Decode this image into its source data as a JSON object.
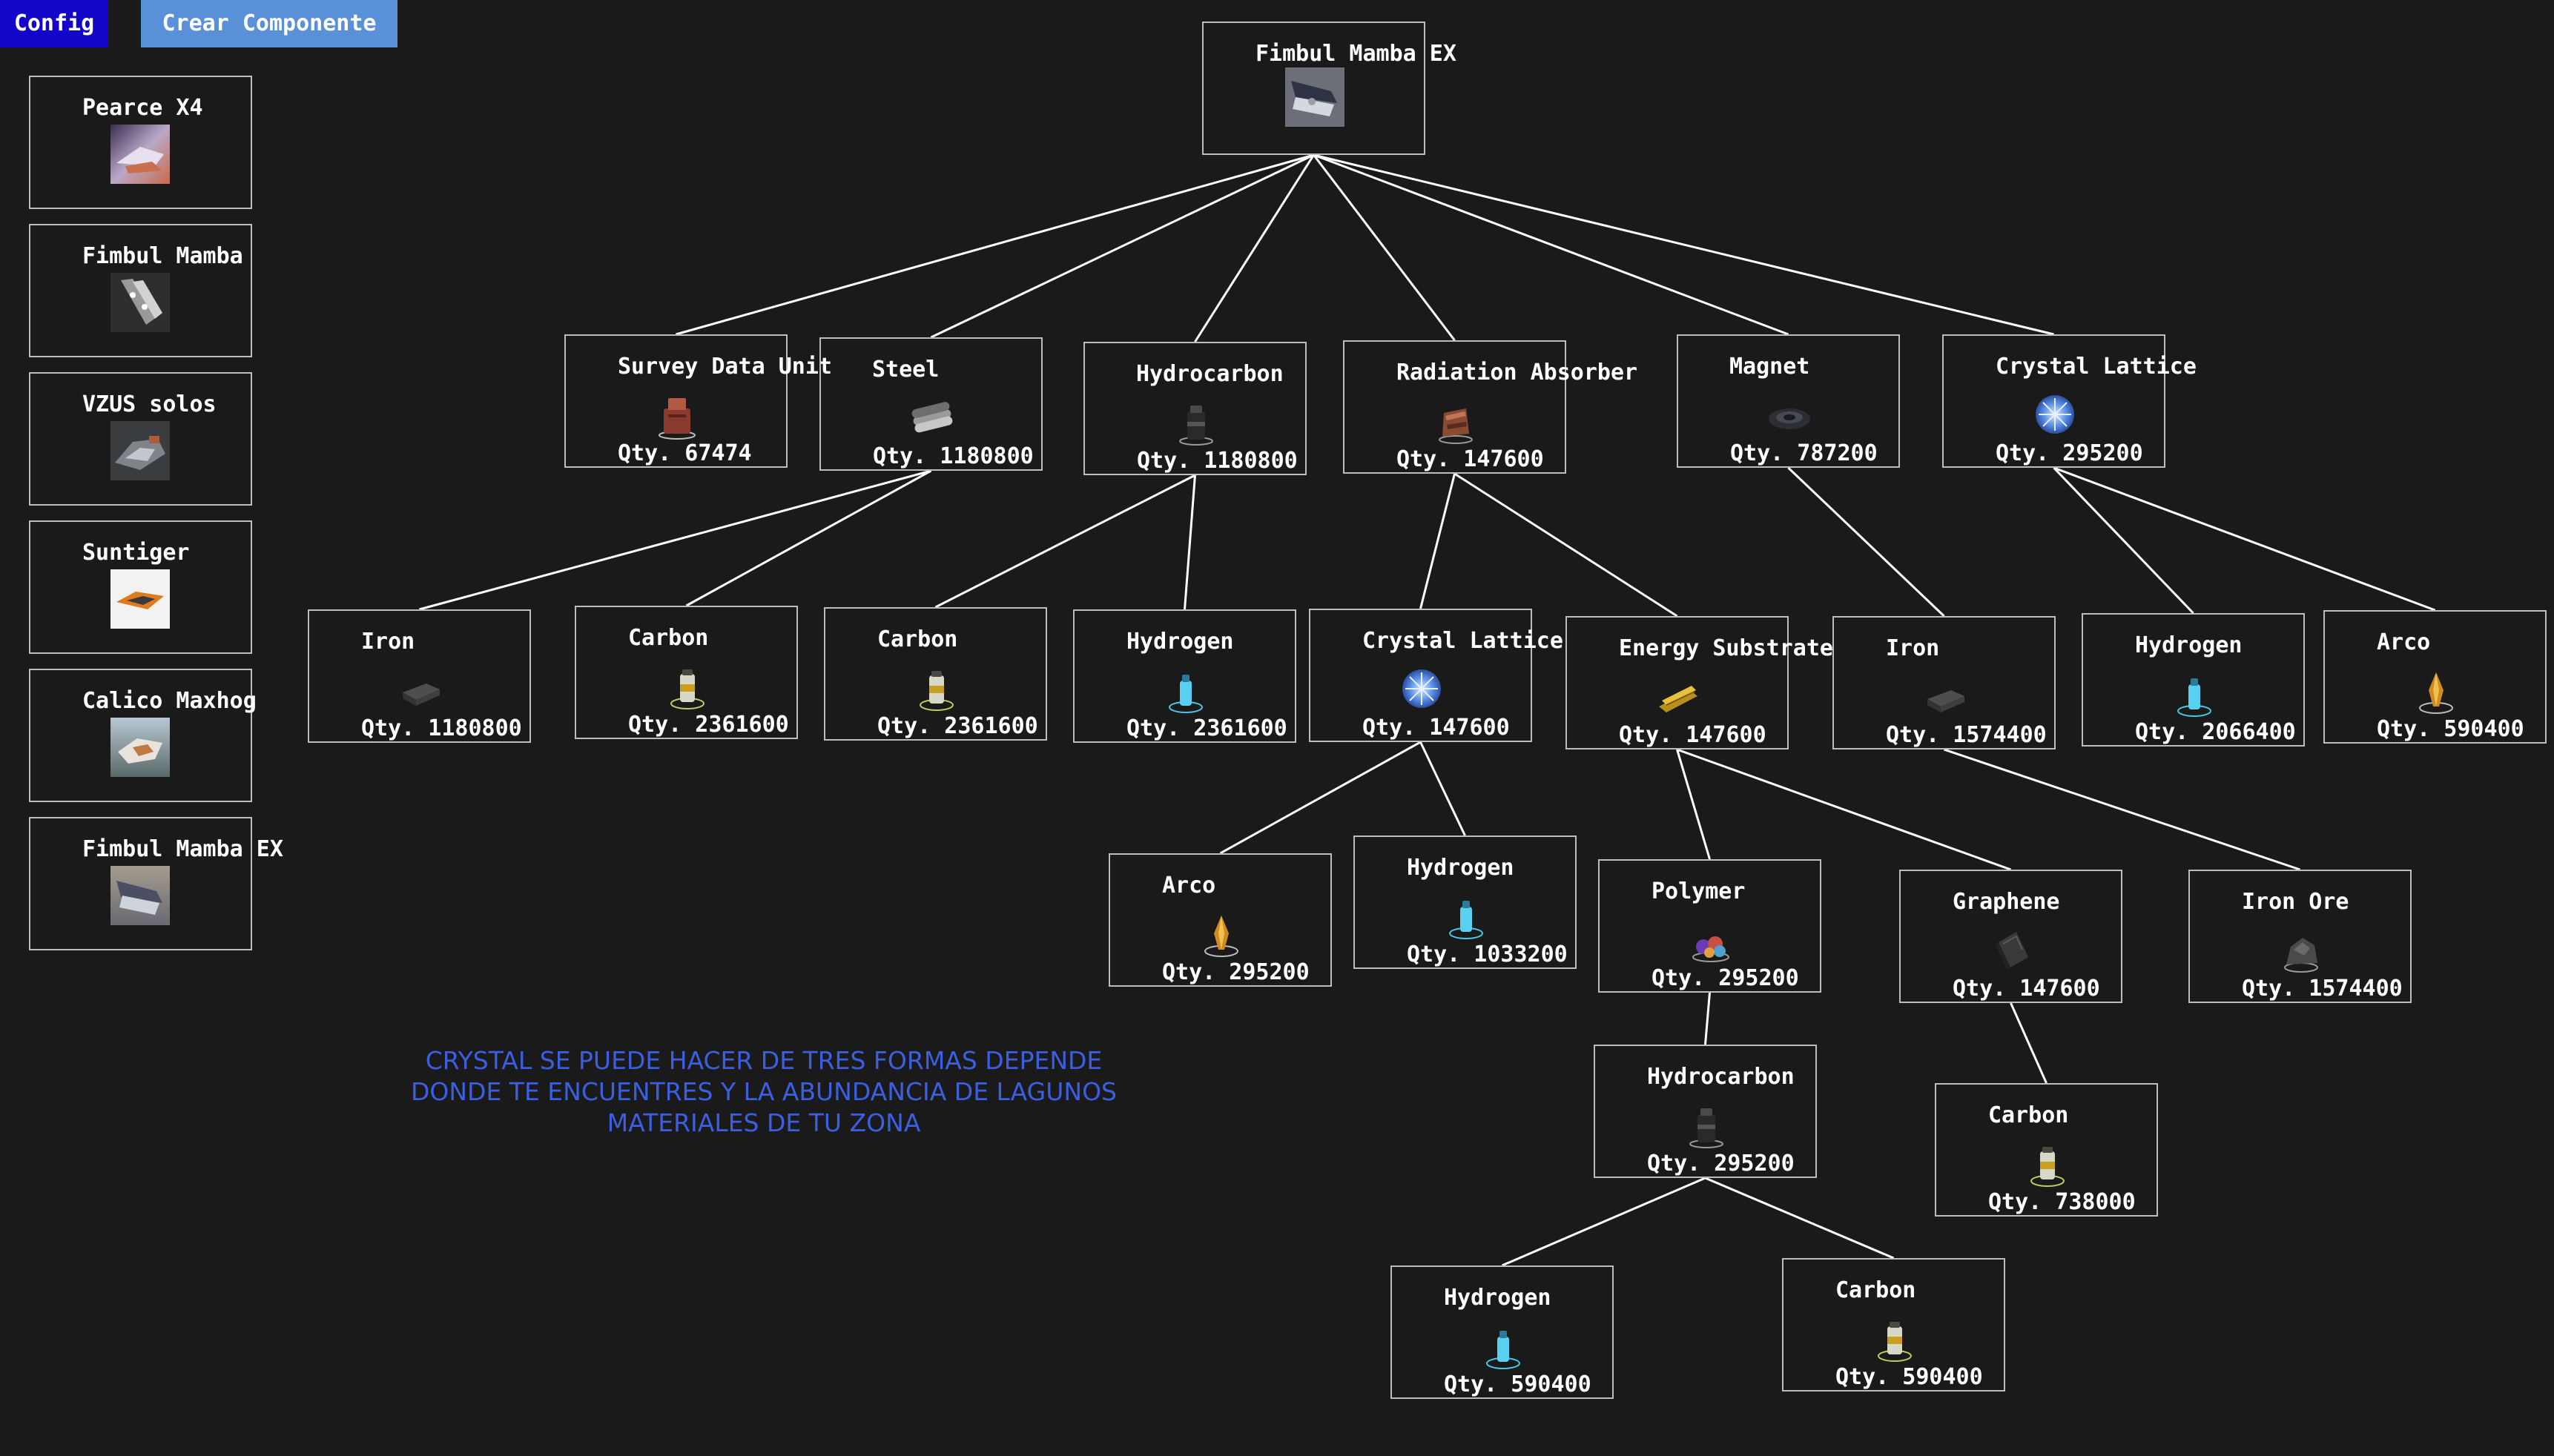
{
  "toolbar": {
    "config_label": "Config",
    "create_label": "Crear Componente",
    "config_color": "#1406c8",
    "create_color": "#5a90d8"
  },
  "sidebar": {
    "items": [
      {
        "label": "Pearce X4",
        "icon": "ship-thumbnail-icon"
      },
      {
        "label": "Fimbul Mamba",
        "icon": "ship-thumbnail-icon"
      },
      {
        "label": "VZUS solos",
        "icon": "ship-thumbnail-icon"
      },
      {
        "label": "Suntiger",
        "icon": "ship-thumbnail-icon"
      },
      {
        "label": "Calico Maxhog",
        "icon": "ship-thumbnail-icon"
      },
      {
        "label": "Fimbul Mamba EX",
        "icon": "ship-thumbnail-icon"
      }
    ]
  },
  "tree": {
    "root": {
      "name": "Fimbul Mamba EX",
      "icon": "ship-icon"
    },
    "nodes": {
      "survey": {
        "name": "Survey Data Unit",
        "qty": "Qty. 67474",
        "icon": "data-unit-icon"
      },
      "steel": {
        "name": "Steel",
        "qty": "Qty. 1180800",
        "icon": "steel-icon"
      },
      "hydrocarbon": {
        "name": "Hydrocarbon",
        "qty": "Qty. 1180800",
        "icon": "hydrocarbon-icon"
      },
      "radiation": {
        "name": "Radiation Absorber",
        "qty": "Qty. 147600",
        "icon": "radiation-absorber-icon"
      },
      "magnet": {
        "name": "Magnet",
        "qty": "Qty. 787200",
        "icon": "magnet-icon"
      },
      "crystal1": {
        "name": "Crystal Lattice",
        "qty": "Qty. 295200",
        "icon": "crystal-lattice-icon"
      },
      "iron1": {
        "name": "Iron",
        "qty": "Qty. 1180800",
        "icon": "iron-icon"
      },
      "carbon1": {
        "name": "Carbon",
        "qty": "Qty. 2361600",
        "icon": "carbon-icon"
      },
      "carbon2": {
        "name": "Carbon",
        "qty": "Qty. 2361600",
        "icon": "carbon-icon"
      },
      "hydrogen1": {
        "name": "Hydrogen",
        "qty": "Qty. 2361600",
        "icon": "hydrogen-icon"
      },
      "crystal2": {
        "name": "Crystal Lattice",
        "qty": "Qty. 147600",
        "icon": "crystal-lattice-icon"
      },
      "energy": {
        "name": "Energy Substrate",
        "qty": "Qty. 147600",
        "icon": "energy-substrate-icon"
      },
      "iron2": {
        "name": "Iron",
        "qty": "Qty. 1574400",
        "icon": "iron-icon"
      },
      "hydrogen2": {
        "name": "Hydrogen",
        "qty": "Qty. 2066400",
        "icon": "hydrogen-icon"
      },
      "arco1": {
        "name": "Arco",
        "qty": "Qty. 590400",
        "icon": "arco-icon"
      },
      "arco2": {
        "name": "Arco",
        "qty": "Qty. 295200",
        "icon": "arco-icon"
      },
      "hydrogen3": {
        "name": "Hydrogen",
        "qty": "Qty. 1033200",
        "icon": "hydrogen-icon"
      },
      "polymer": {
        "name": "Polymer",
        "qty": "Qty. 295200",
        "icon": "polymer-icon"
      },
      "graphene": {
        "name": "Graphene",
        "qty": "Qty. 147600",
        "icon": "graphene-icon"
      },
      "ironore": {
        "name": "Iron Ore",
        "qty": "Qty. 1574400",
        "icon": "iron-ore-icon"
      },
      "hydrocarbon2": {
        "name": "Hydrocarbon",
        "qty": "Qty. 295200",
        "icon": "hydrocarbon-icon"
      },
      "carbon3": {
        "name": "Carbon",
        "qty": "Qty. 738000",
        "icon": "carbon-icon"
      },
      "hydrogen4": {
        "name": "Hydrogen",
        "qty": "Qty. 590400",
        "icon": "hydrogen-icon"
      },
      "carbon4": {
        "name": "Carbon",
        "qty": "Qty. 590400",
        "icon": "carbon-icon"
      }
    },
    "links": [
      [
        "root",
        "survey"
      ],
      [
        "root",
        "steel"
      ],
      [
        "root",
        "hydrocarbon"
      ],
      [
        "root",
        "radiation"
      ],
      [
        "root",
        "magnet"
      ],
      [
        "root",
        "crystal1"
      ],
      [
        "steel",
        "iron1"
      ],
      [
        "steel",
        "carbon1"
      ],
      [
        "hydrocarbon",
        "carbon2"
      ],
      [
        "hydrocarbon",
        "hydrogen1"
      ],
      [
        "radiation",
        "crystal2"
      ],
      [
        "radiation",
        "energy"
      ],
      [
        "magnet",
        "iron2"
      ],
      [
        "crystal1",
        "hydrogen2"
      ],
      [
        "crystal1",
        "arco1"
      ],
      [
        "crystal2",
        "arco2"
      ],
      [
        "crystal2",
        "hydrogen3"
      ],
      [
        "energy",
        "polymer"
      ],
      [
        "energy",
        "graphene"
      ],
      [
        "iron2",
        "ironore"
      ],
      [
        "polymer",
        "hydrocarbon2"
      ],
      [
        "graphene",
        "carbon3"
      ],
      [
        "hydrocarbon2",
        "hydrogen4"
      ],
      [
        "hydrocarbon2",
        "carbon4"
      ]
    ]
  },
  "note": {
    "text": "CRYSTAL SE PUEDE HACER DE TRES FORMAS DEPENDE\nDONDE TE ENCUENTRES Y LA ABUNDANCIA DE LAGUNOS\nMATERIALES DE  TU ZONA",
    "color": "#3b5fe0"
  },
  "colors": {
    "background": "#1a1a1a",
    "border": "#bdbdbd",
    "link": "#ffffff",
    "text": "#ffffff"
  }
}
